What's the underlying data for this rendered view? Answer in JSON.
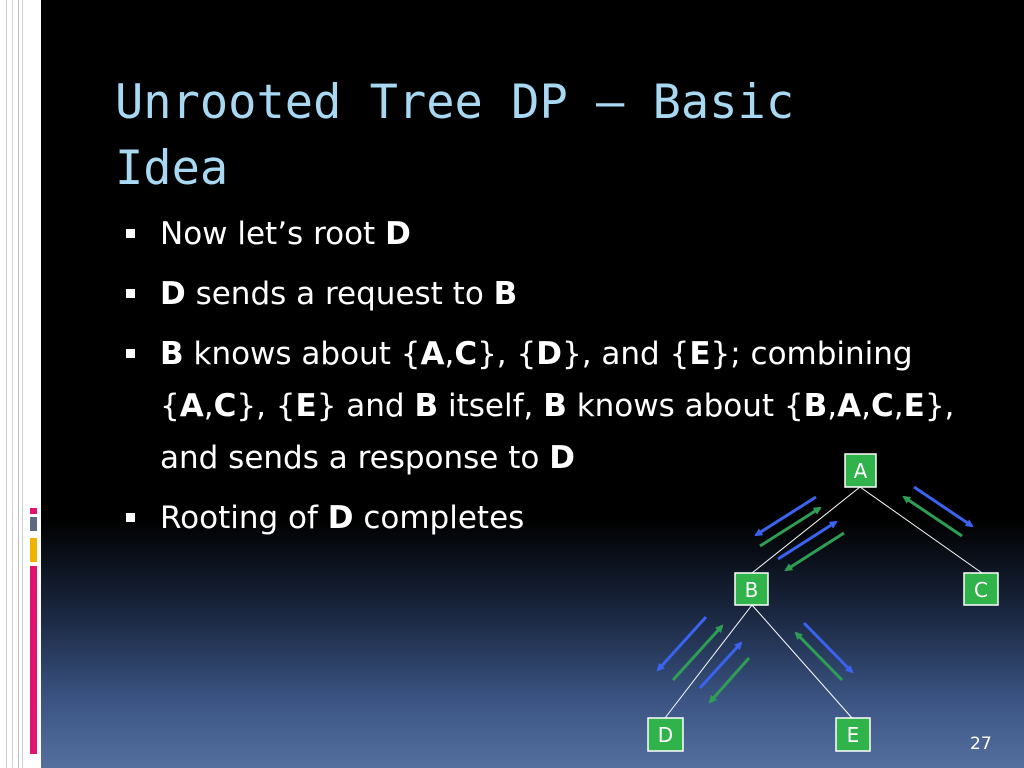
{
  "title": "Unrooted Tree DP – Basic Idea",
  "bullets": [
    {
      "parts": [
        {
          "t": "Now let’s root ",
          "b": false
        },
        {
          "t": "D",
          "b": true
        }
      ]
    },
    {
      "parts": [
        {
          "t": "D",
          "b": true
        },
        {
          "t": " sends a request to ",
          "b": false
        },
        {
          "t": "B",
          "b": true
        }
      ]
    },
    {
      "parts": [
        {
          "t": "B",
          "b": true
        },
        {
          "t": " knows about {",
          "b": false
        },
        {
          "t": "A",
          "b": true
        },
        {
          "t": ",",
          "b": false
        },
        {
          "t": "C",
          "b": true
        },
        {
          "t": "}, {",
          "b": false
        },
        {
          "t": "D",
          "b": true
        },
        {
          "t": "}, and {",
          "b": false
        },
        {
          "t": "E",
          "b": true
        },
        {
          "t": "}; combining {",
          "b": false
        },
        {
          "t": "A",
          "b": true
        },
        {
          "t": ",",
          "b": false
        },
        {
          "t": "C",
          "b": true
        },
        {
          "t": "}, {",
          "b": false
        },
        {
          "t": "E",
          "b": true
        },
        {
          "t": "} and ",
          "b": false
        },
        {
          "t": "B",
          "b": true
        },
        {
          "t": " itself, ",
          "b": false
        },
        {
          "t": "B",
          "b": true
        },
        {
          "t": " knows about {",
          "b": false
        },
        {
          "t": "B",
          "b": true
        },
        {
          "t": ",",
          "b": false
        },
        {
          "t": "A",
          "b": true
        },
        {
          "t": ",",
          "b": false
        },
        {
          "t": "C",
          "b": true
        },
        {
          "t": ",",
          "b": false
        },
        {
          "t": "E",
          "b": true
        },
        {
          "t": "}, and sends a response to ",
          "b": false
        },
        {
          "t": "D",
          "b": true
        }
      ]
    },
    {
      "parts": [
        {
          "t": "Rooting of ",
          "b": false
        },
        {
          "t": "D",
          "b": true
        },
        {
          "t": " completes",
          "b": false
        }
      ]
    }
  ],
  "tree": {
    "nodes": {
      "A": "A",
      "B": "B",
      "C": "C",
      "D": "D",
      "E": "E"
    },
    "node_color": "#2fb34a",
    "request_arrow_color": "#3a63f0",
    "response_arrow_color": "#2f9e55"
  },
  "page_number": "27"
}
